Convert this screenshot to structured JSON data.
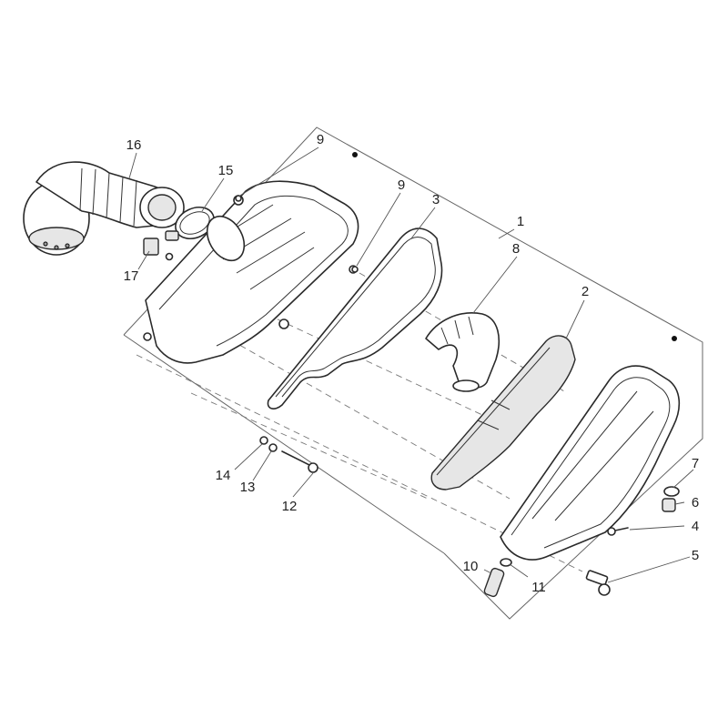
{
  "diagram": {
    "callouts": [
      {
        "id": "c1",
        "text": "1"
      },
      {
        "id": "c2",
        "text": "2"
      },
      {
        "id": "c3",
        "text": "3"
      },
      {
        "id": "c4",
        "text": "4"
      },
      {
        "id": "c5",
        "text": "5"
      },
      {
        "id": "c6",
        "text": "6"
      },
      {
        "id": "c7",
        "text": "7"
      },
      {
        "id": "c8",
        "text": "8"
      },
      {
        "id": "c9a",
        "text": "9"
      },
      {
        "id": "c9b",
        "text": "9"
      },
      {
        "id": "c10",
        "text": "10"
      },
      {
        "id": "c11",
        "text": "11"
      },
      {
        "id": "c12",
        "text": "12"
      },
      {
        "id": "c13",
        "text": "13"
      },
      {
        "id": "c14",
        "text": "14"
      },
      {
        "id": "c15",
        "text": "15"
      },
      {
        "id": "c16",
        "text": "16"
      },
      {
        "id": "c17",
        "text": "17"
      }
    ]
  }
}
